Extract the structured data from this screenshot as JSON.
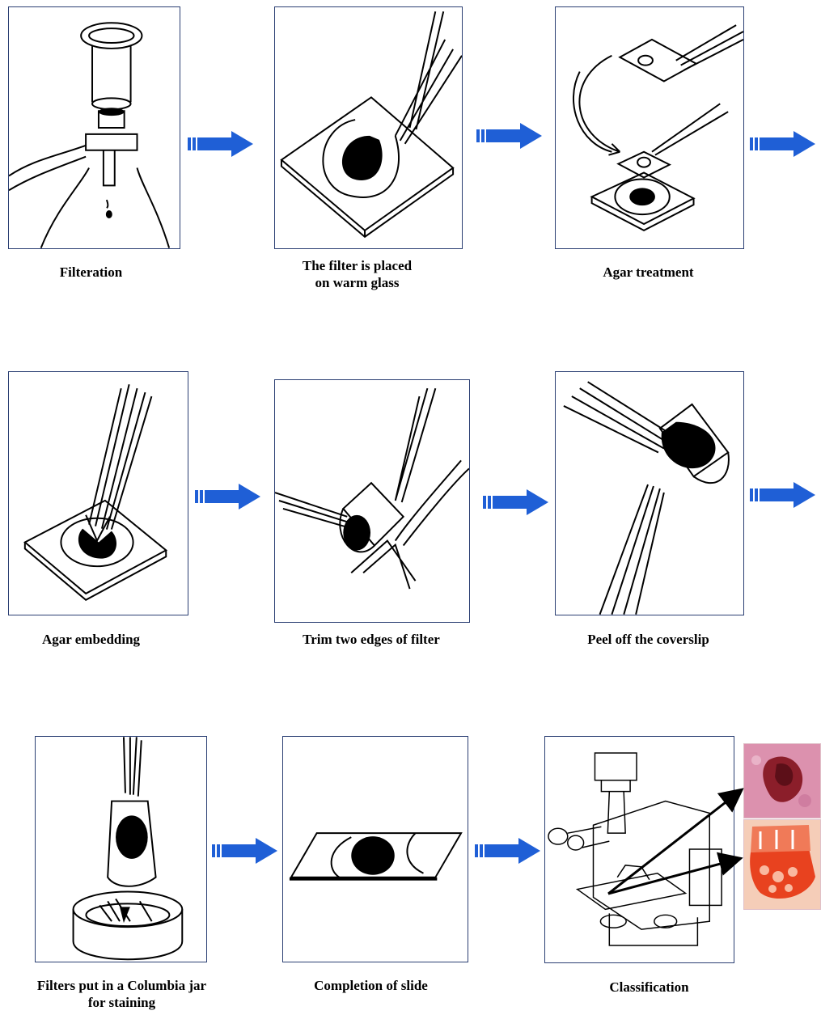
{
  "steps": [
    {
      "id": "filteration",
      "caption": "Filteration",
      "icon": "filtration-apparatus-illustration"
    },
    {
      "id": "warm-glass",
      "caption_line1": "The filter is placed",
      "caption_line2": "on warm glass",
      "icon": "filter-on-glass-illustration"
    },
    {
      "id": "agar-treatment",
      "caption": "Agar treatment",
      "icon": "agar-treatment-illustration"
    },
    {
      "id": "agar-embedding",
      "caption": "Agar embedding",
      "icon": "agar-embedding-illustration"
    },
    {
      "id": "trim-edges",
      "caption": "Trim two edges of filter",
      "icon": "trim-filter-illustration"
    },
    {
      "id": "peel-coverslip",
      "caption": "Peel off the coverslip",
      "icon": "peel-coverslip-illustration"
    },
    {
      "id": "columbia-jar",
      "caption_line1": "Filters put in a Columbia jar",
      "caption_line2": "for staining",
      "icon": "columbia-jar-illustration"
    },
    {
      "id": "completion",
      "caption": "Completion of slide",
      "icon": "finished-slide-illustration"
    },
    {
      "id": "classification",
      "caption": "Classification",
      "icon": "microscope-illustration"
    }
  ],
  "flow_arrow": {
    "icon": "right-arrow-icon",
    "color": "#1f5fd6"
  },
  "colors": {
    "panel_border": "#2b3f73",
    "specimen_pink": "#d98aa8",
    "specimen_dark": "#8b1e2a",
    "specimen_orange": "#e85a2a"
  }
}
